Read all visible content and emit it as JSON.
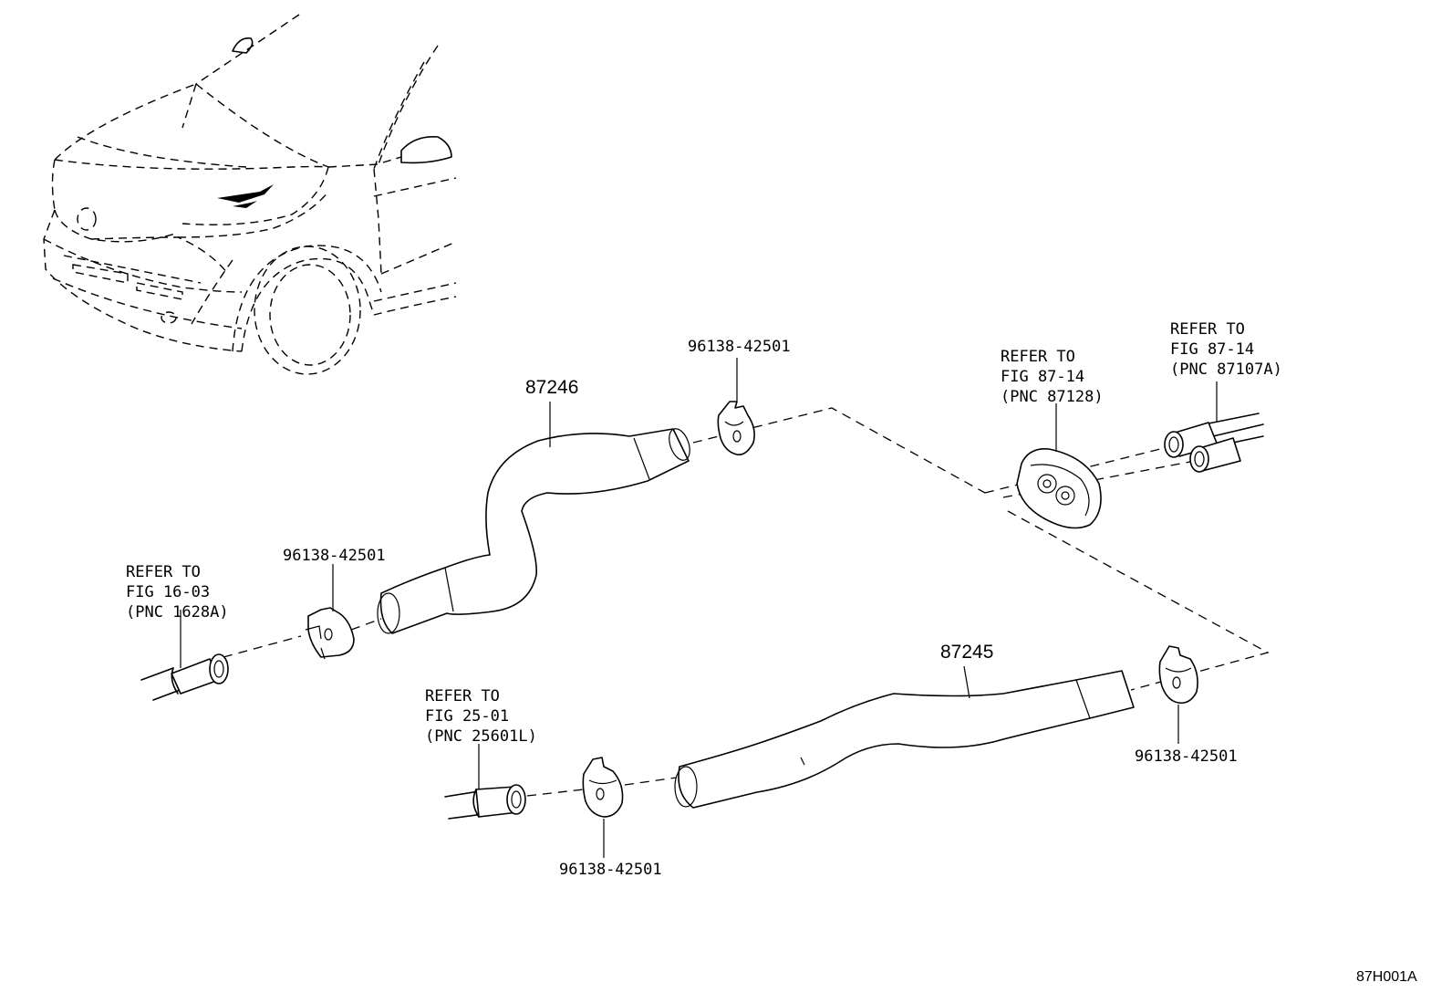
{
  "figure_id": "87H001A",
  "parts": {
    "hose_upper": "87246",
    "hose_lower": "87245",
    "clamp_upper_right": "96138-42501",
    "clamp_upper_left": "96138-42501",
    "clamp_lower_left": "96138-42501",
    "clamp_lower_right": "96138-42501"
  },
  "refs": {
    "left_upper": {
      "l1": "REFER TO",
      "l2": "FIG 16-03",
      "l3": "(PNC 1628A)"
    },
    "left_lower": {
      "l1": "REFER TO",
      "l2": "FIG 25-01",
      "l3": "(PNC 25601L)"
    },
    "grommet": {
      "l1": "REFER TO",
      "l2": "FIG 87-14",
      "l3": "(PNC 87128)"
    },
    "pipes_right": {
      "l1": "REFER TO",
      "l2": "FIG 87-14",
      "l3": "(PNC 87107A)"
    }
  }
}
